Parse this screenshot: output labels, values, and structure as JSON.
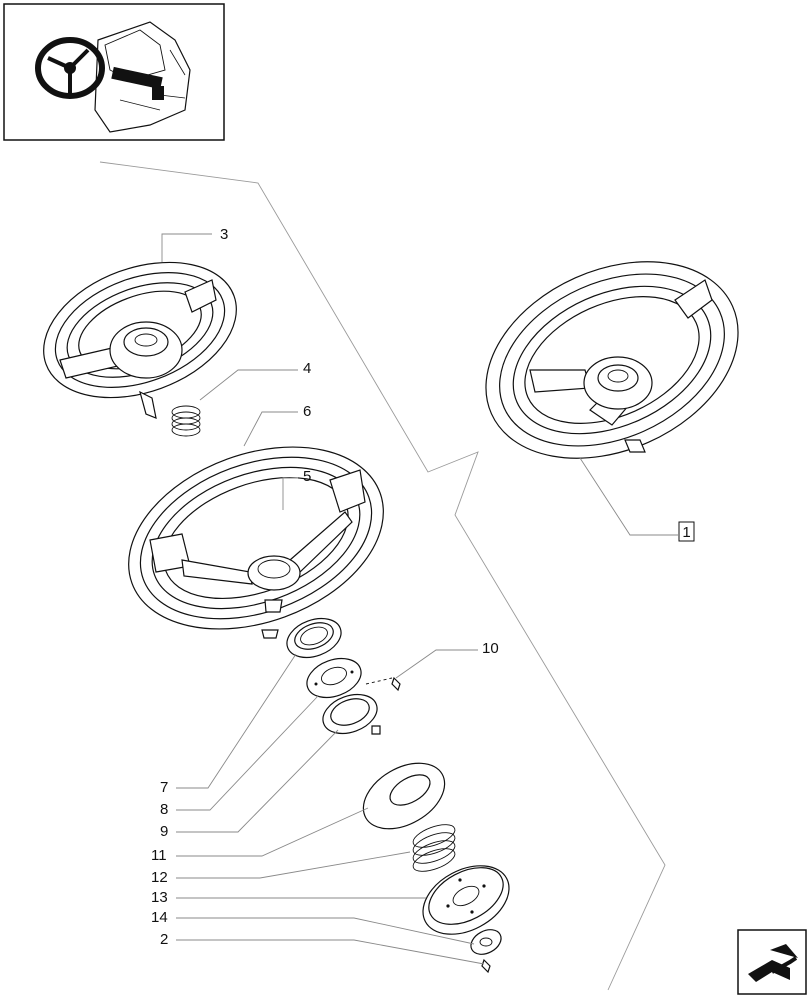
{
  "callouts": [
    {
      "id": "1",
      "boxed": true
    },
    {
      "id": "2",
      "boxed": false
    },
    {
      "id": "3",
      "boxed": false
    },
    {
      "id": "4",
      "boxed": false
    },
    {
      "id": "5",
      "boxed": false
    },
    {
      "id": "6",
      "boxed": false
    },
    {
      "id": "7",
      "boxed": false
    },
    {
      "id": "8",
      "boxed": false
    },
    {
      "id": "9",
      "boxed": false
    },
    {
      "id": "10",
      "boxed": false
    },
    {
      "id": "11",
      "boxed": false
    },
    {
      "id": "12",
      "boxed": false
    },
    {
      "id": "13",
      "boxed": false
    },
    {
      "id": "14",
      "boxed": false
    }
  ],
  "thumbnail": {
    "icon": "tractor-cab-steering-wheel-icon"
  },
  "nav_button": {
    "icon": "next-page-arrow-icon"
  }
}
